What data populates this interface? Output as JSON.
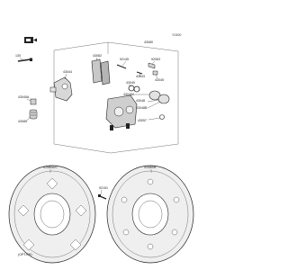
{
  "diagram": {
    "reference_code": "Y2400",
    "option_label": "(OPT.RH)",
    "part_labels": {
      "assembly": "43080",
      "bolt_top": "130",
      "bracket": "43044",
      "boot": "43045A",
      "bolt_lower": "43085",
      "pads": "43082",
      "pin": "92145",
      "bleeder": "43043",
      "seal_kit": "43049",
      "caliper_a": "43048A",
      "caliper_b": "43048",
      "piston": "43048B",
      "caliper_body": "43057",
      "disc_left": "41080A/C",
      "disc_right": "41080/B",
      "disc_bolt": "92151",
      "pad_spring": "92063",
      "cap": "43045"
    }
  }
}
